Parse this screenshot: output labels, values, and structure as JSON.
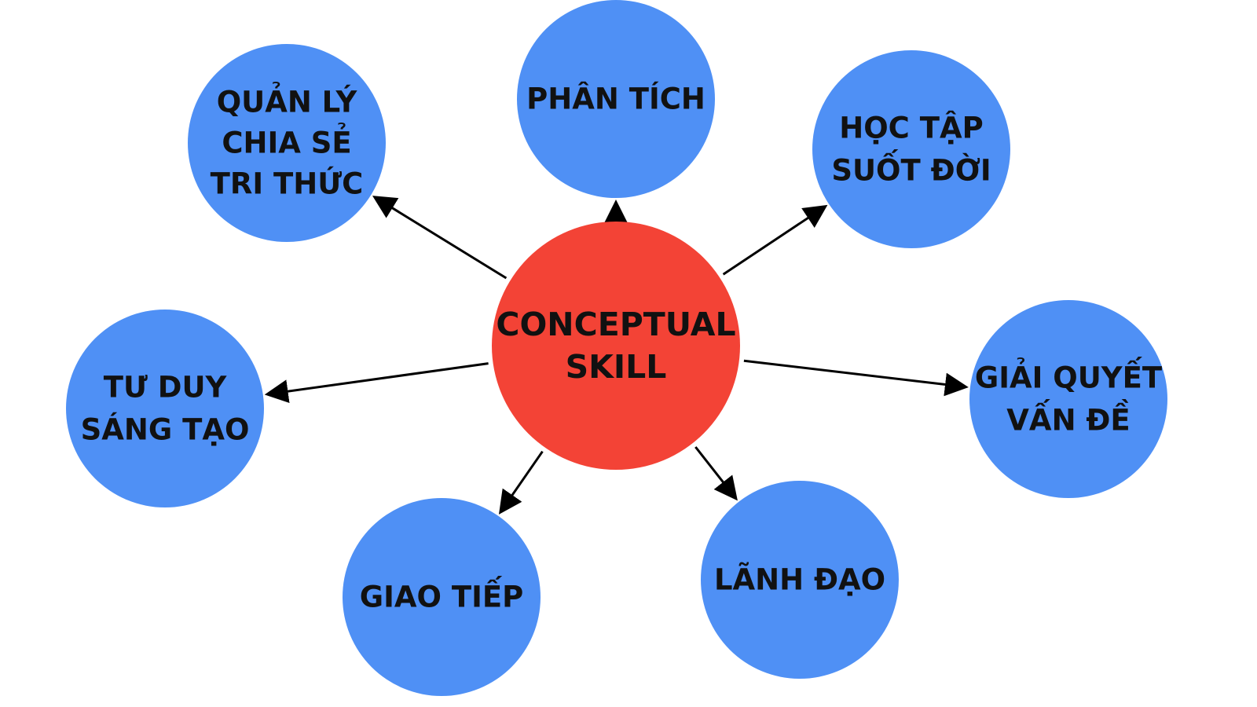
{
  "colors": {
    "center_fill": "#f34336",
    "satellite_fill": "#4f90f5",
    "text": "#111111",
    "arrow": "#000000"
  },
  "center": {
    "id": "conceptual-skill",
    "lines": [
      "CONCEPTUAL",
      "SKILL"
    ]
  },
  "satellites": [
    {
      "id": "quan-ly-chia-se-tri-thuc",
      "lines": [
        "QUẢN LÝ",
        "CHIA SẺ",
        "TRI THỨC"
      ]
    },
    {
      "id": "phan-tich",
      "lines": [
        "PHÂN TÍCH"
      ]
    },
    {
      "id": "hoc-tap-suot-doi",
      "lines": [
        "HỌC TẬP",
        "SUỐT ĐỜI"
      ]
    },
    {
      "id": "tu-duy-sang-tao",
      "lines": [
        "TƯ DUY",
        "SÁNG TẠO"
      ]
    },
    {
      "id": "giai-quyet-van-de",
      "lines": [
        "GIẢI QUYẾT",
        "VẤN ĐỀ"
      ]
    },
    {
      "id": "giao-tiep",
      "lines": [
        "GIAO TIẾP"
      ]
    },
    {
      "id": "lanh-dao",
      "lines": [
        "LÃNH ĐẠO"
      ]
    }
  ],
  "edges": [
    {
      "from": "conceptual-skill",
      "to": "quan-ly-chia-se-tri-thuc"
    },
    {
      "from": "conceptual-skill",
      "to": "phan-tich"
    },
    {
      "from": "conceptual-skill",
      "to": "hoc-tap-suot-doi"
    },
    {
      "from": "conceptual-skill",
      "to": "tu-duy-sang-tao"
    },
    {
      "from": "conceptual-skill",
      "to": "giai-quyet-van-de"
    },
    {
      "from": "conceptual-skill",
      "to": "giao-tiep"
    },
    {
      "from": "conceptual-skill",
      "to": "lanh-dao"
    }
  ]
}
